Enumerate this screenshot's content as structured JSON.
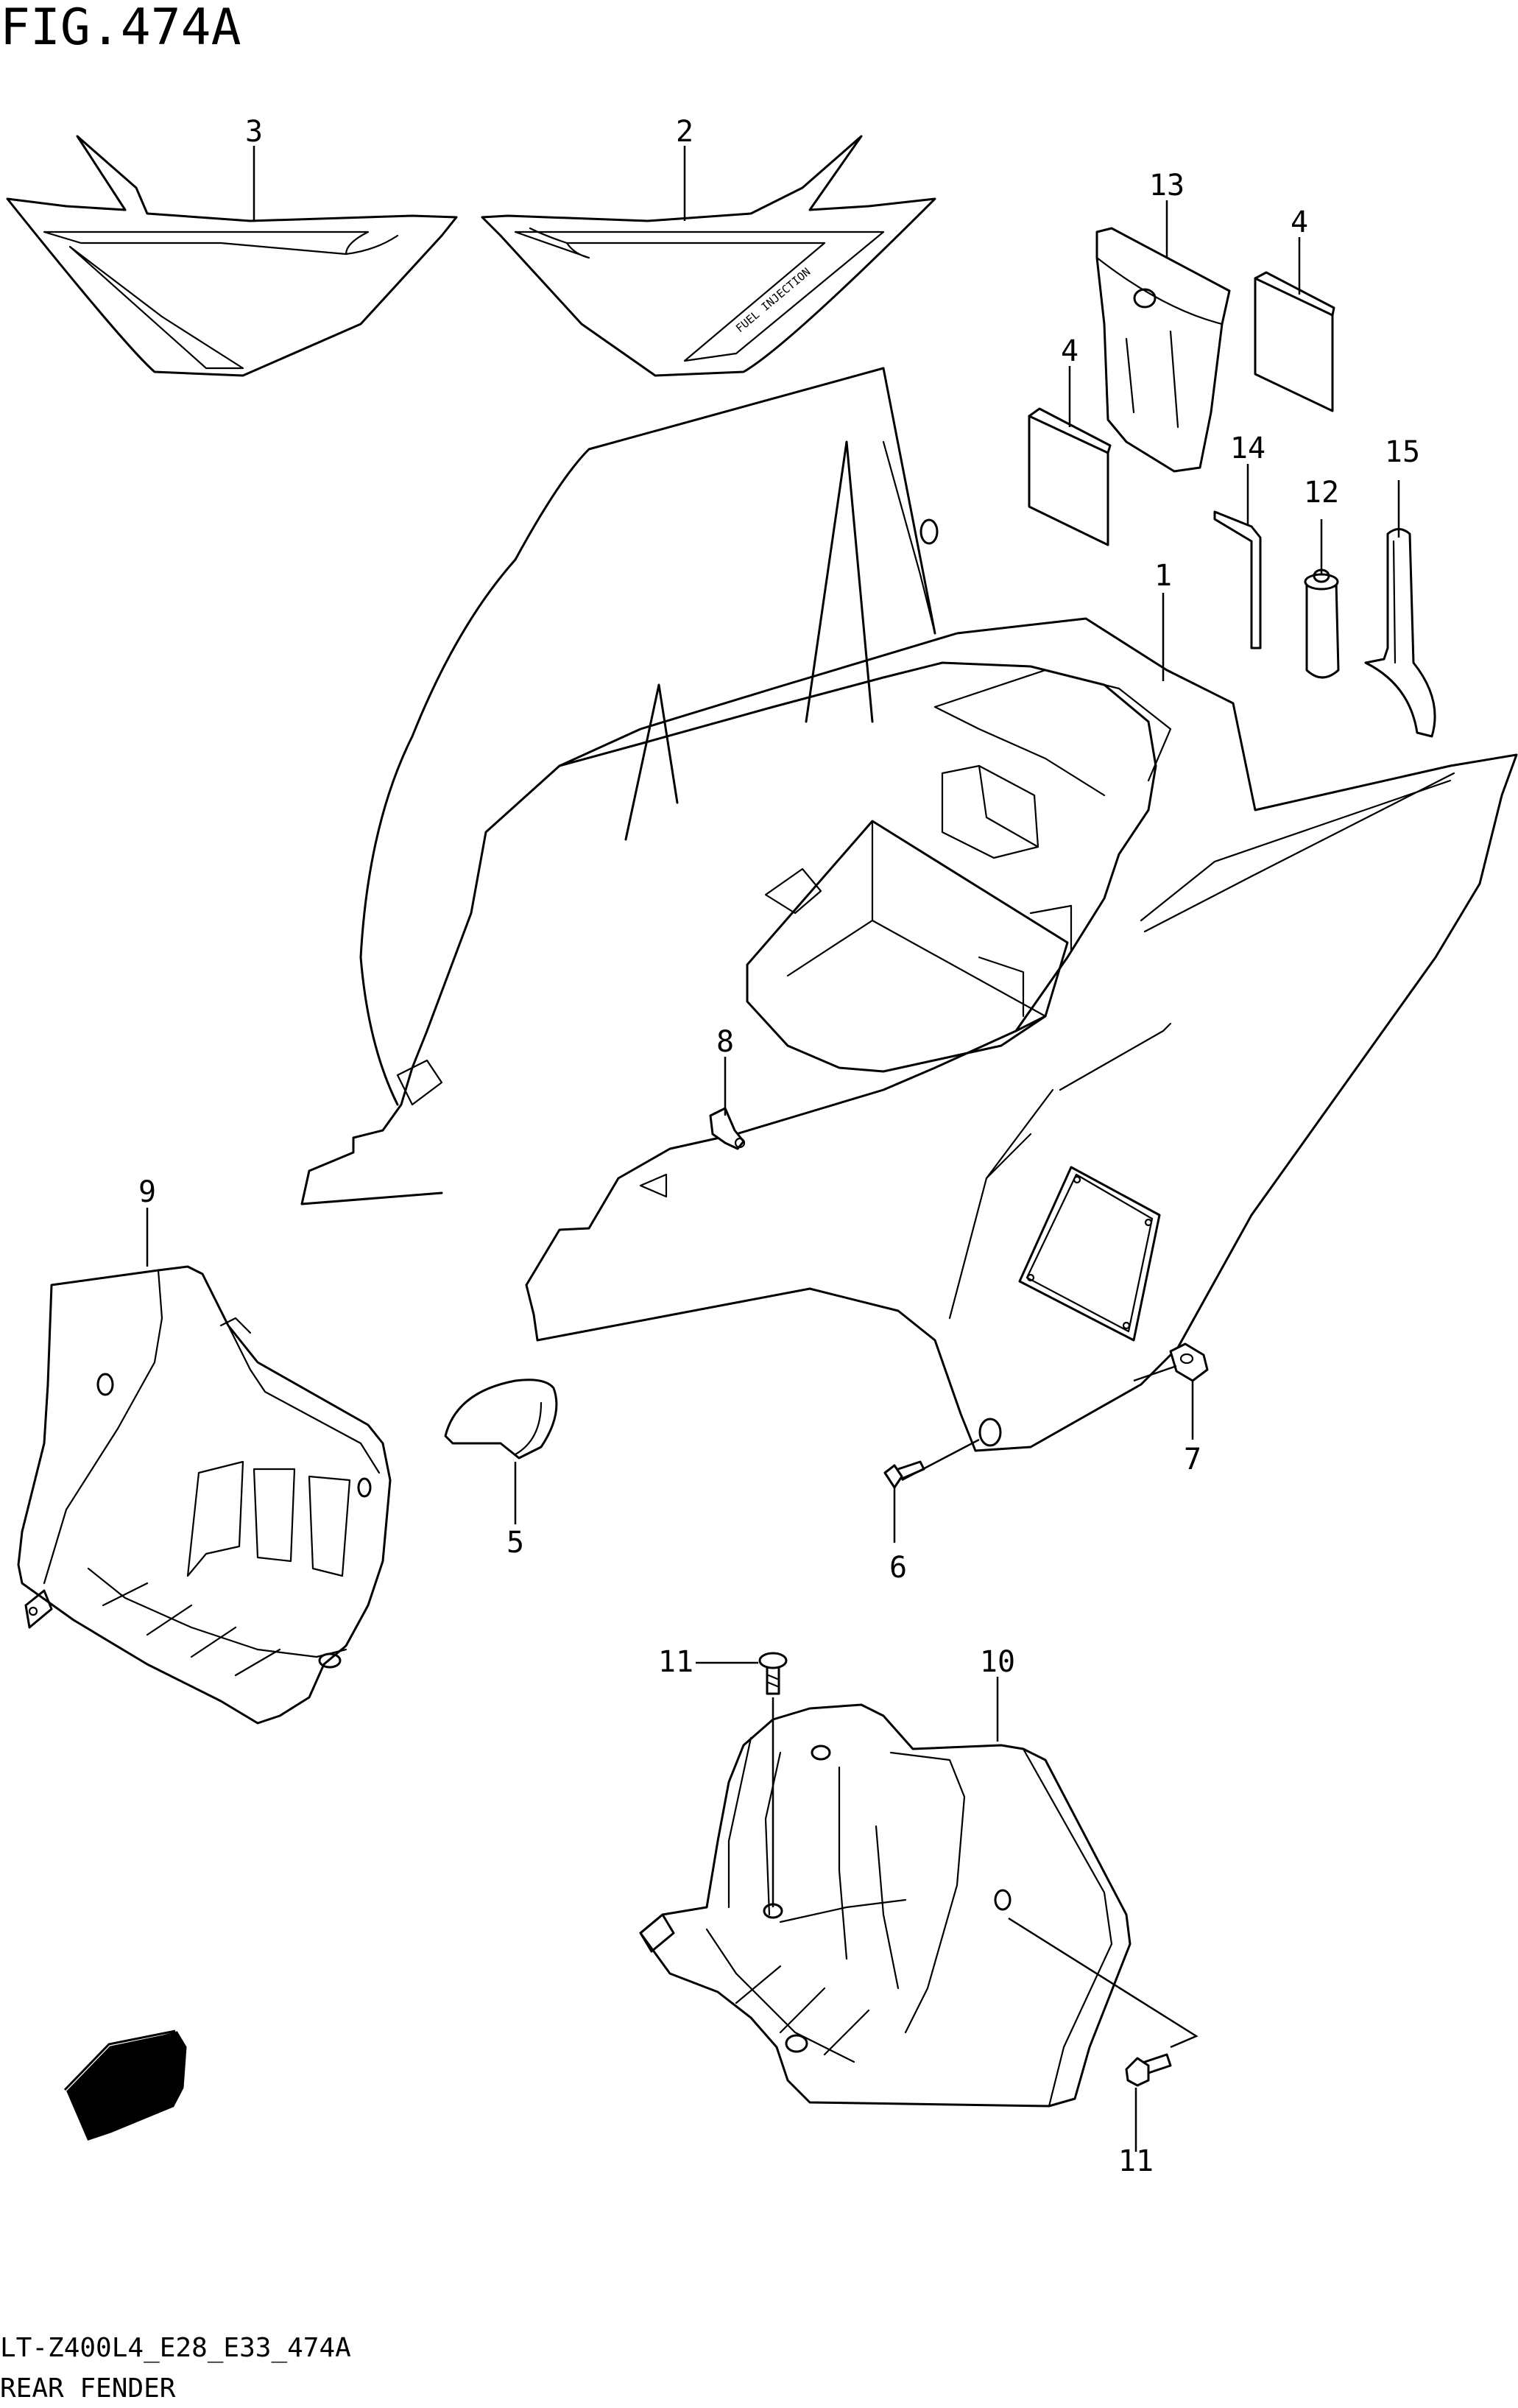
{
  "figure": {
    "title": "FIG.474A",
    "model_code": "LT-Z400L4_E28_E33_474A",
    "section_name": "REAR FENDER"
  },
  "decal_text": "FUEL INJECTION",
  "direction_badge": "FWD",
  "callouts": [
    {
      "id": "callout-3",
      "label": "3"
    },
    {
      "id": "callout-2",
      "label": "2"
    },
    {
      "id": "callout-13",
      "label": "13"
    },
    {
      "id": "callout-4a",
      "label": "4"
    },
    {
      "id": "callout-4b",
      "label": "4"
    },
    {
      "id": "callout-14",
      "label": "14"
    },
    {
      "id": "callout-12",
      "label": "12"
    },
    {
      "id": "callout-15",
      "label": "15"
    },
    {
      "id": "callout-1",
      "label": "1"
    },
    {
      "id": "callout-8",
      "label": "8"
    },
    {
      "id": "callout-9",
      "label": "9"
    },
    {
      "id": "callout-5",
      "label": "5"
    },
    {
      "id": "callout-7",
      "label": "7"
    },
    {
      "id": "callout-6",
      "label": "6"
    },
    {
      "id": "callout-11a",
      "label": "11"
    },
    {
      "id": "callout-10",
      "label": "10"
    },
    {
      "id": "callout-11b",
      "label": "11"
    }
  ]
}
